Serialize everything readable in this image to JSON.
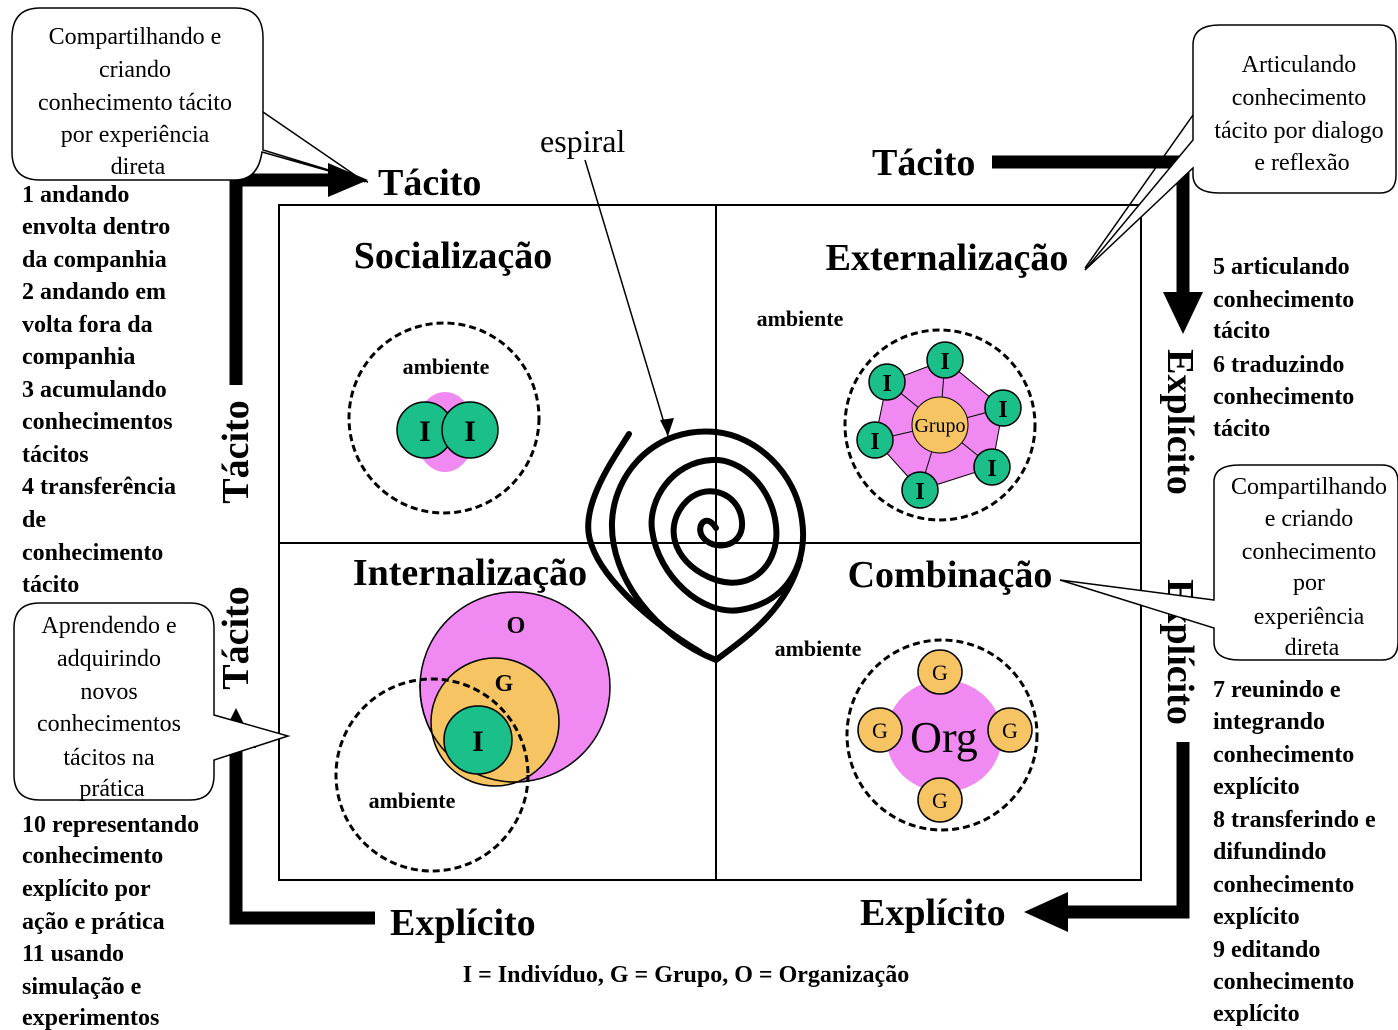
{
  "colors": {
    "individual": "#1abf8a",
    "group": "#f7c463",
    "organization": "#f08af2",
    "line": "#000000"
  },
  "quadrants": {
    "socialization": "Socialização",
    "externalization": "Externalização",
    "internalization": "Internalização",
    "combination": "Combinação"
  },
  "axis": {
    "tacit_top_left": "Tácito",
    "tacit_top_right": "Tácito",
    "explicit_bottom_left": "Explícito",
    "explicit_bottom_right": "Explícito",
    "tacit_left_upper": "Tácito",
    "tacit_left_lower": "Tácito",
    "explicit_right_upper": "Explícito",
    "explicit_right_lower": "Explícito"
  },
  "spiral_label": "espiral",
  "environment_label": "ambiente",
  "nodes": {
    "individual": "I",
    "group": "G",
    "organization": "O",
    "group_word": "Grupo",
    "org_word": "Org"
  },
  "legend": "I = Indivíduo, G = Grupo, O = Organização",
  "callouts": {
    "top_left": [
      "Compartilhando e",
      "criando",
      "conhecimento tácito",
      "por experiência",
      "direta"
    ],
    "top_right": [
      "Articulando",
      "conhecimento",
      "tácito por dialogo",
      "e reflexão"
    ],
    "mid_right": [
      "Compartilhando",
      "e criando",
      "conhecimento",
      "por",
      "experiência",
      "direta"
    ],
    "mid_left": [
      "Aprendendo e",
      "adquirindo",
      "novos",
      "conhecimentos",
      "tácitos na",
      "prática"
    ]
  },
  "steps": {
    "left_top": [
      "1 andando",
      "envolta dentro",
      "da companhia",
      "2 andando em",
      "volta fora da",
      "companhia",
      "3 acumulando",
      "conhecimentos",
      "tácitos",
      "4 transferência",
      "de",
      "conhecimento",
      "tácito"
    ],
    "right_top": [
      "5 articulando",
      "conhecimento",
      "tácito",
      "6 traduzindo",
      "conhecimento",
      "tácito"
    ],
    "left_bottom": [
      "10 representando",
      "conhecimento",
      "explícito por",
      "ação e prática",
      "11 usando",
      "simulação e",
      "experimentos"
    ],
    "right_bottom": [
      "7 reunindo e",
      "integrando",
      "conhecimento",
      "explícito",
      "8 transferindo e",
      "difundindo",
      "conhecimento",
      "explícito",
      "9 editando",
      "conhecimento",
      "explícito"
    ]
  }
}
